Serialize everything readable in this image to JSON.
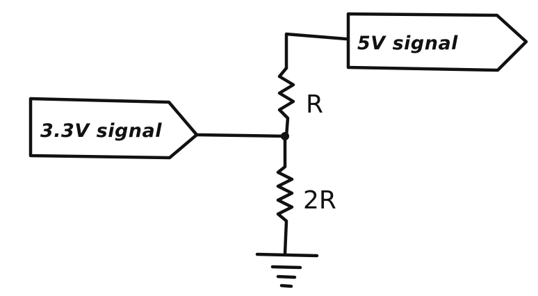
{
  "diagram": {
    "input_label": "3.3V signal",
    "output_label": "5V signal",
    "top_resistor_label": "R",
    "bottom_resistor_label": "2R",
    "symbols": {
      "top_resistor": "resistor-icon",
      "bottom_resistor": "resistor-icon",
      "ground": "ground-icon",
      "junction": "junction-dot"
    },
    "ink_color": "#111111",
    "background_color": "#ffffff"
  }
}
